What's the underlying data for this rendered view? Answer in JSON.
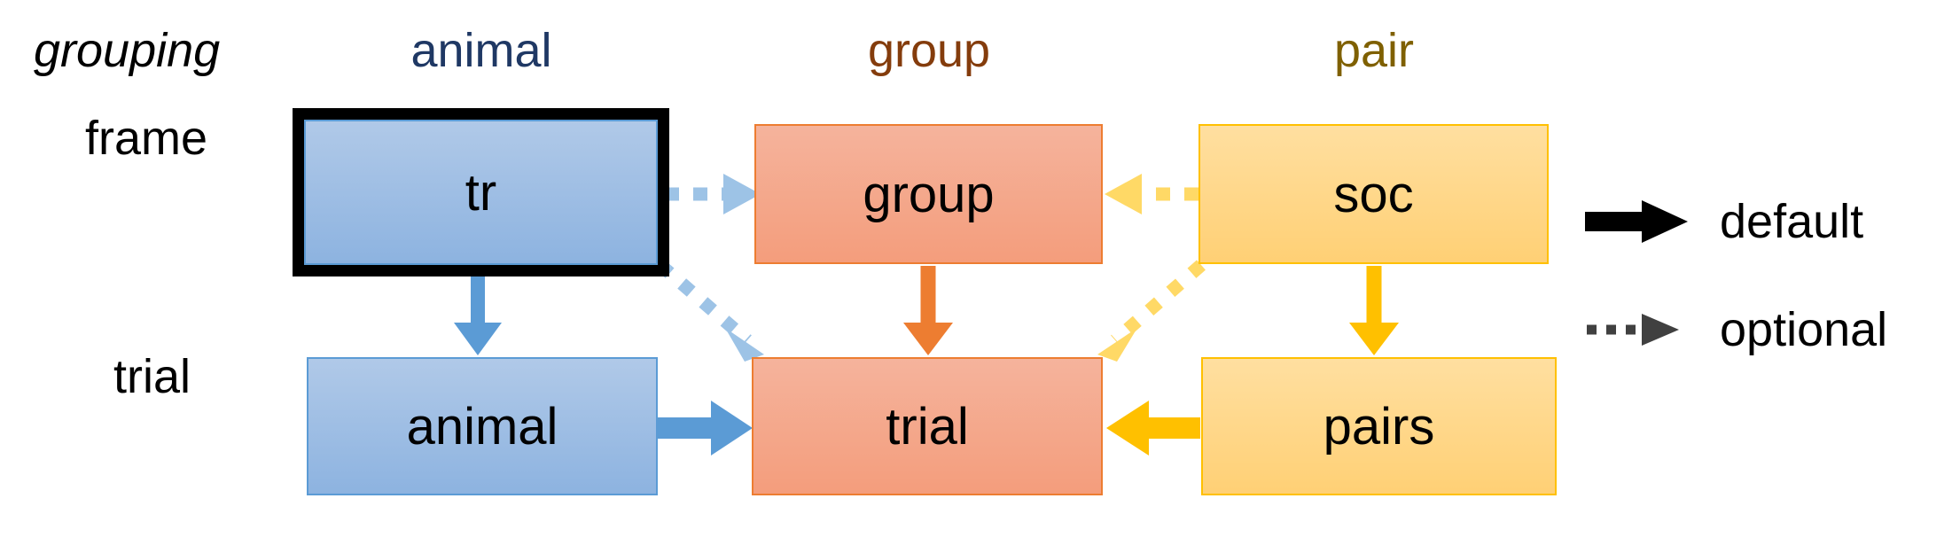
{
  "diagram": {
    "title_row_labels": {
      "grouping": "grouping",
      "frame": "frame",
      "trial": "trial"
    },
    "columns": [
      {
        "id": "animal",
        "label": "animal",
        "color": "#1F3864"
      },
      {
        "id": "group",
        "label": "group",
        "color": "#843C0C"
      },
      {
        "id": "pair",
        "label": "pair",
        "color": "#7F6000"
      }
    ],
    "nodes": [
      {
        "id": "tr",
        "label": "tr",
        "column": "animal",
        "row": "frame",
        "color_group": "blue",
        "highlighted": true
      },
      {
        "id": "group",
        "label": "group",
        "column": "group",
        "row": "frame",
        "color_group": "orange",
        "highlighted": false
      },
      {
        "id": "soc",
        "label": "soc",
        "column": "pair",
        "row": "frame",
        "color_group": "yellow",
        "highlighted": false
      },
      {
        "id": "animal",
        "label": "animal",
        "column": "animal",
        "row": "trial",
        "color_group": "blue",
        "highlighted": false
      },
      {
        "id": "trial",
        "label": "trial",
        "column": "group",
        "row": "trial",
        "color_group": "orange",
        "highlighted": false
      },
      {
        "id": "pairs",
        "label": "pairs",
        "column": "pair",
        "row": "trial",
        "color_group": "yellow",
        "highlighted": false
      }
    ],
    "edges": [
      {
        "from": "tr",
        "to": "group",
        "style": "optional",
        "color": "#9DC3E6"
      },
      {
        "from": "tr",
        "to": "animal",
        "style": "default",
        "color": "#5B9BD5"
      },
      {
        "from": "tr",
        "to": "trial",
        "style": "optional",
        "color": "#9DC3E6"
      },
      {
        "from": "soc",
        "to": "group",
        "style": "optional",
        "color": "#FFD966"
      },
      {
        "from": "soc",
        "to": "pairs",
        "style": "default",
        "color": "#FFC000"
      },
      {
        "from": "soc",
        "to": "trial",
        "style": "optional",
        "color": "#FFD966"
      },
      {
        "from": "group",
        "to": "trial",
        "style": "default",
        "color": "#ED7D31"
      },
      {
        "from": "animal",
        "to": "trial",
        "style": "default",
        "color": "#5B9BD5"
      },
      {
        "from": "pairs",
        "to": "trial",
        "style": "default",
        "color": "#FFC000"
      }
    ],
    "legend": {
      "items": [
        {
          "id": "default",
          "label": "default",
          "style": "solid",
          "color": "#000000"
        },
        {
          "id": "optional",
          "label": "optional",
          "style": "dotted",
          "color": "#404040"
        }
      ]
    },
    "colors": {
      "blue_fill_top": "#B0C9E8",
      "blue_fill_bottom": "#8DB3E0",
      "blue_border": "#5B9BD5",
      "orange_fill_top": "#F5B39C",
      "orange_fill_bottom": "#F49D7C",
      "orange_border": "#ED7D31",
      "yellow_fill_top": "#FFDFA0",
      "yellow_fill_bottom": "#FFD075",
      "yellow_border": "#FFC000",
      "highlight_outline": "#000000",
      "background": "#FFFFFF"
    }
  }
}
